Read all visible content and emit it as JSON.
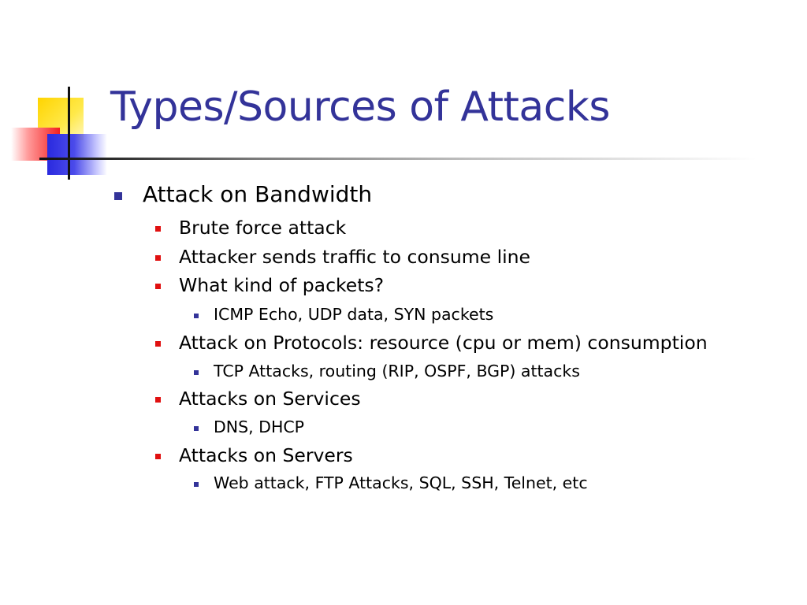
{
  "slide": {
    "title": "Types/Sources of Attacks",
    "bullets": [
      {
        "level": 1,
        "text": "Attack on Bandwidth"
      },
      {
        "level": 2,
        "text": "Brute force attack"
      },
      {
        "level": 2,
        "text": "Attacker sends traffic to consume line"
      },
      {
        "level": 2,
        "text": "What kind of packets?"
      },
      {
        "level": 3,
        "text": "ICMP Echo, UDP data, SYN packets"
      },
      {
        "level": 2,
        "text": "Attack on Protocols: resource (cpu or mem) consumption"
      },
      {
        "level": 3,
        "text": "TCP Attacks, routing (RIP, OSPF, BGP) attacks"
      },
      {
        "level": 2,
        "text": "Attacks on Services"
      },
      {
        "level": 3,
        "text": "DNS, DHCP"
      },
      {
        "level": 2,
        "text": "Attacks on Servers"
      },
      {
        "level": 3,
        "text": "Web attack, FTP Attacks, SQL, SSH, Telnet, etc"
      }
    ]
  },
  "colors": {
    "title": "#333399",
    "bullet_level1": "#333399",
    "bullet_level2": "#e01010",
    "bullet_level3": "#333399",
    "text": "#000000"
  },
  "icons": {
    "logo": "colored-squares-logo-icon",
    "bullet": "square-bullet-icon"
  }
}
